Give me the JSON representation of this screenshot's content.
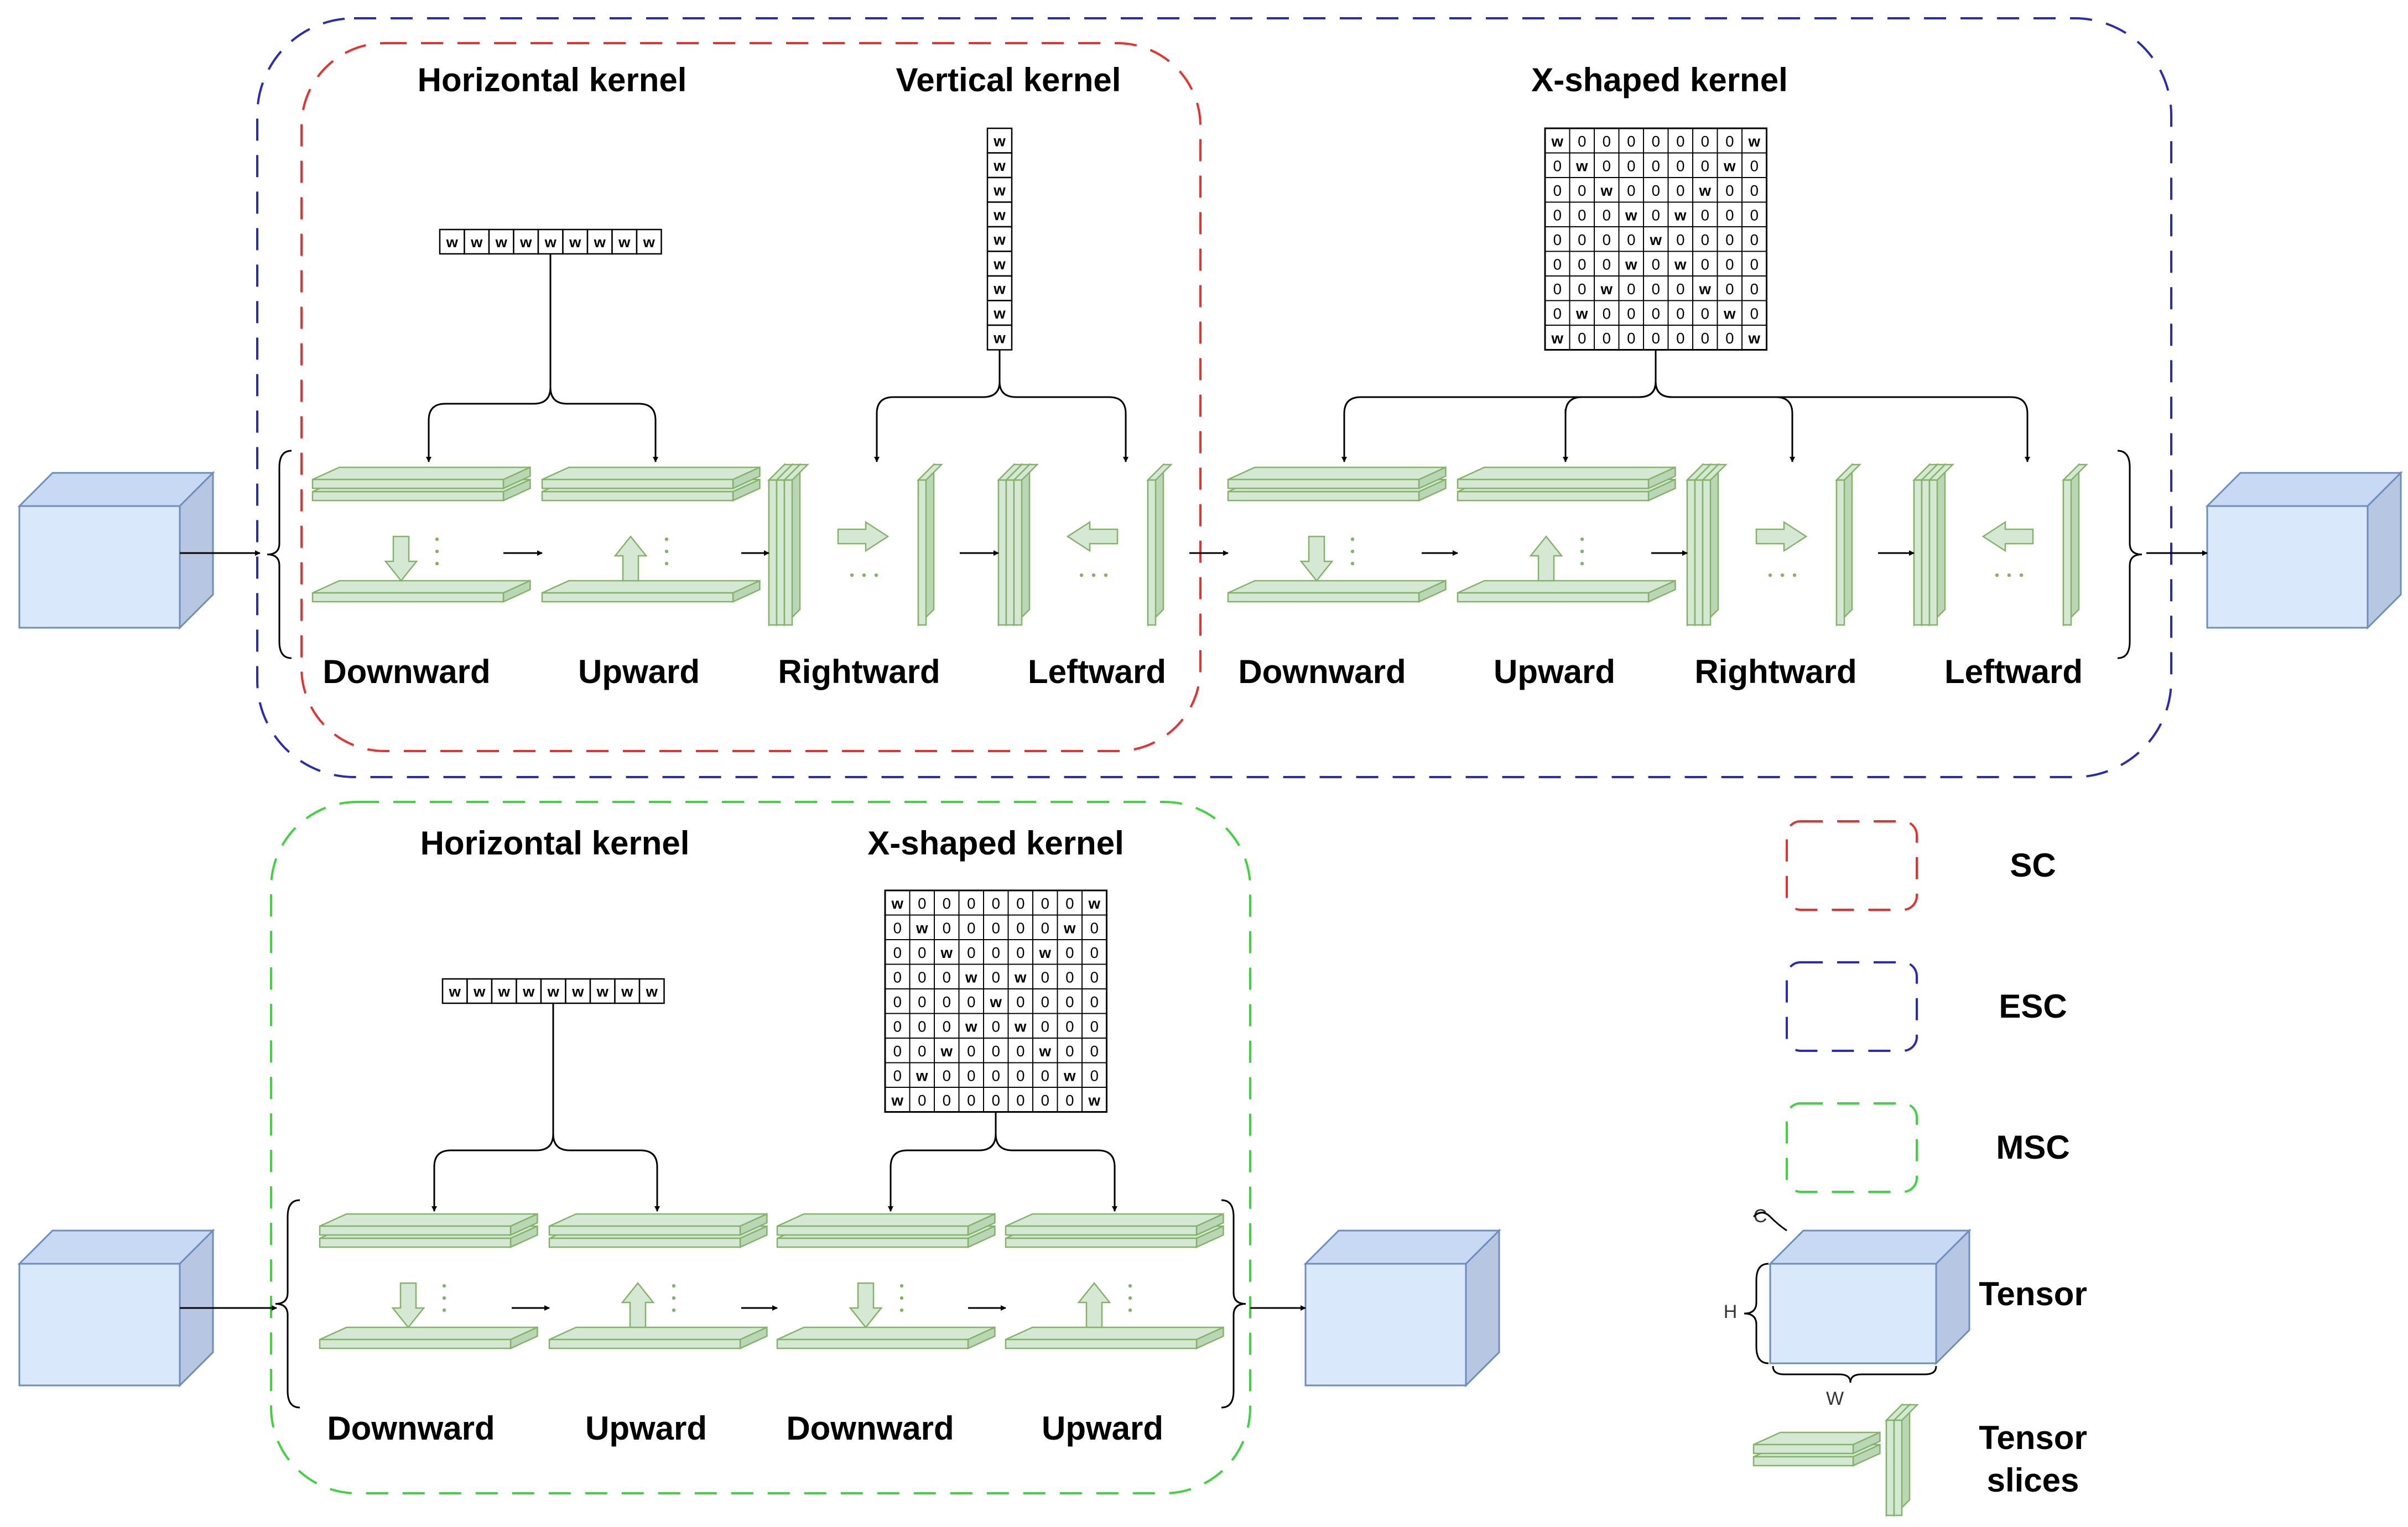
{
  "top": {
    "sc_labels": {
      "horizontal": "Horizontal kernel",
      "vertical": "Vertical kernel"
    },
    "xshaped_label": "X-shaped kernel",
    "directions": [
      "Downward",
      "Upward",
      "Rightward",
      "Leftward",
      "Downward",
      "Upward",
      "Rightward",
      "Leftward"
    ]
  },
  "bottom": {
    "horizontal_label": "Horizontal kernel",
    "xshaped_label": "X-shaped kernel",
    "directions": [
      "Downward",
      "Upward",
      "Downward",
      "Upward"
    ]
  },
  "kernel": {
    "weight_symbol": "w",
    "zero_symbol": "0",
    "size": 9
  },
  "legend": {
    "sc": "SC",
    "esc": "ESC",
    "msc": "MSC",
    "tensor": "Tensor",
    "tensor_slices_line1": "Tensor",
    "tensor_slices_line2": "slices",
    "dim_c": "C",
    "dim_h": "H",
    "dim_w": "W"
  },
  "colors": {
    "sc_border": "#e8312f",
    "esc_border": "#2a2ab8",
    "msc_border": "#3fd43f",
    "slice_fill": "#d5e8d4",
    "slice_stroke": "#82b366",
    "tensor_fill": "#dae8fc",
    "tensor_stroke": "#6c8ebf"
  }
}
